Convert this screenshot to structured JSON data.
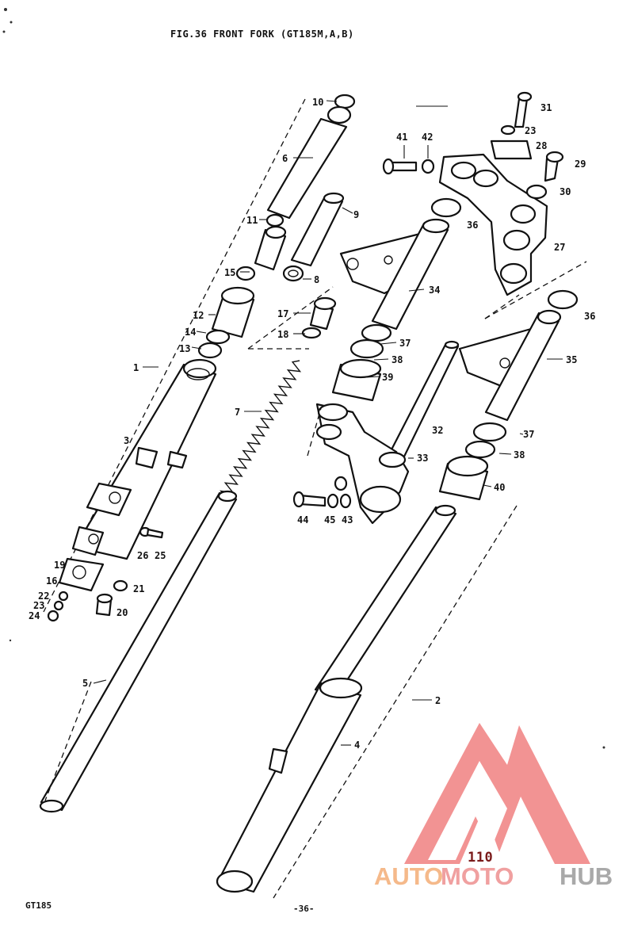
{
  "title": "FIG.36  FRONT FORK (GT185M,A,B)",
  "footer": {
    "model": "GT185",
    "page": "-36-",
    "handwritten_number": "110"
  },
  "watermark": {
    "text_part1": "AUTO",
    "text_part2": "MOTO",
    "text_part3": "HUB",
    "colors": {
      "auto": "#f5b98a",
      "moto": "#f0a0a0",
      "hub": "#a9a9a9",
      "logo": "#f08080"
    }
  },
  "callouts": [
    "1",
    "2",
    "3",
    "4",
    "5",
    "6",
    "7",
    "8",
    "9",
    "10",
    "11",
    "12",
    "13",
    "14",
    "15",
    "16",
    "17",
    "18",
    "19",
    "20",
    "21",
    "22",
    "23",
    "23",
    "24",
    "25",
    "26",
    "27",
    "28",
    "29",
    "30",
    "31",
    "32",
    "33",
    "34",
    "35",
    "36",
    "36",
    "37",
    "37",
    "38",
    "38",
    "39",
    "40",
    "41",
    "42",
    "43",
    "44",
    "45"
  ],
  "part_labels": {
    "p1": "1",
    "p2": "2",
    "p3": "3",
    "p4": "4",
    "p5": "5",
    "p6": "6",
    "p7": "7",
    "p8": "8",
    "p9": "9",
    "p10": "10",
    "p11": "11",
    "p12": "12",
    "p13": "13",
    "p14": "14",
    "p15": "15",
    "p16": "16",
    "p17": "17",
    "p18": "18",
    "p19": "19",
    "p20": "20",
    "p21": "21",
    "p22": "22",
    "p23a": "23",
    "p23b": "23",
    "p24": "24",
    "p25": "25",
    "p26": "26",
    "p27": "27",
    "p28": "28",
    "p29": "29",
    "p30": "30",
    "p31": "31",
    "p32": "32",
    "p33": "33",
    "p34": "34",
    "p35": "35",
    "p36a": "36",
    "p36b": "36",
    "p37a": "37",
    "p37b": "37",
    "p38a": "38",
    "p38b": "38",
    "p39": "39",
    "p40": "40",
    "p41": "41",
    "p42": "42",
    "p43": "43",
    "p44": "44",
    "p45": "45"
  }
}
